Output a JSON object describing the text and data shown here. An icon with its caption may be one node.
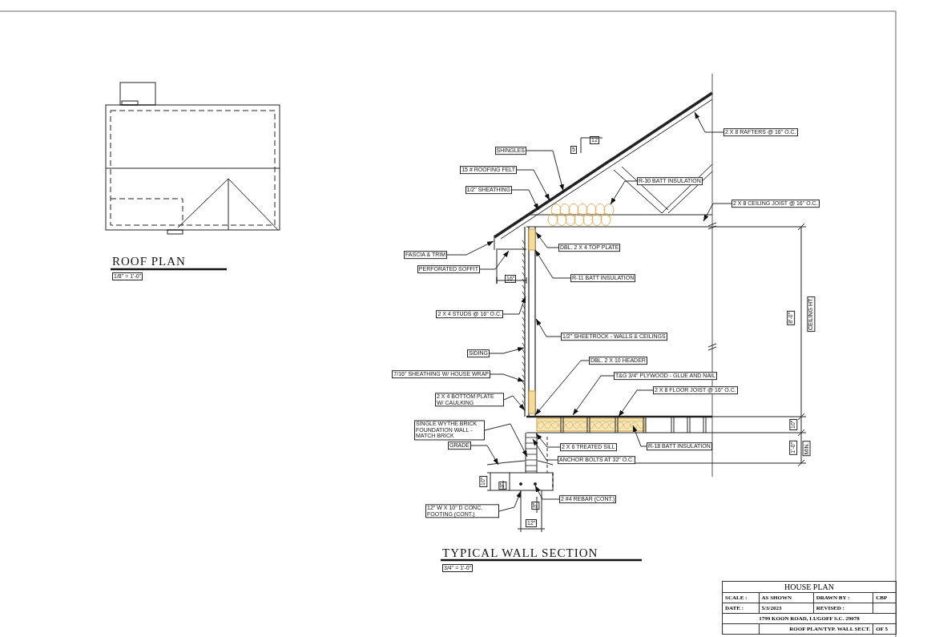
{
  "diagram": {
    "nodes": [
      {
        "text": [
          "2 X 8 RAFTERS @ 16\" O.C."
        ]
      },
      {
        "text": [
          "SHINGLES"
        ]
      },
      {
        "text": [
          "15 # ROOFING FELT"
        ]
      },
      {
        "text": [
          "1/2\" SHEATHING"
        ]
      },
      {
        "text": [
          "R-30 BATT INSULATION"
        ]
      },
      {
        "text": [
          "2 X 8 CEILING JOIST @ 16\" O.C."
        ]
      },
      {
        "text": [
          "FASCIA & TRIM"
        ]
      },
      {
        "text": [
          "PERFORATED SOFFIT"
        ]
      },
      {
        "text": [
          "DBL. 2 X 4 TOP PLATE"
        ]
      },
      {
        "text": [
          "R-11 BATT INSULATION"
        ]
      },
      {
        "text": [
          "2 X 4 STUDS @ 16\" O.C."
        ]
      },
      {
        "text": [
          "1/2\" SHEETROCK - WALLS & CEILINGS"
        ]
      },
      {
        "text": [
          "SIDING"
        ]
      },
      {
        "text": [
          "DBL. 2 X 10 HEADER"
        ]
      },
      {
        "text": [
          "7/16\" SHEATHING W/ HOUSE WRAP"
        ]
      },
      {
        "text": [
          "T&G 3/4\" PLYWOOD - GLUE AND NAIL"
        ]
      },
      {
        "text": [
          "2 X 8 FLOOR JOIST @ 16\" O.C."
        ]
      },
      {
        "text": [
          "2 X 4 BOTTOM PLATE W/ CAULKING"
        ]
      },
      {
        "text": [
          "SINGLE WYTHE BRICK FOUNDATION WALL - MATCH BRICK"
        ]
      },
      {
        "text": [
          "GRADE"
        ]
      },
      {
        "text": [
          "2 X 6 TREATED SILL"
        ]
      },
      {
        "text": [
          "R-18 BATT INSULATION"
        ]
      },
      {
        "text": [
          "ANCHOR BOLTS AT 32\" O.C."
        ]
      },
      {
        "text": [
          "12\" W X 10\" D CONC. FOOTING (CONT.)"
        ]
      },
      {
        "text": [
          "2 #4 REBAR (CONT.)"
        ]
      }
    ],
    "edges": [
      {
        "from": 0,
        "to": null,
        "arrow": "to"
      },
      {
        "from": 1,
        "to": null,
        "arrow": "to"
      },
      {
        "from": 2,
        "to": null,
        "arrow": "to"
      },
      {
        "from": 3,
        "to": null,
        "arrow": "to"
      },
      {
        "from": 4,
        "to": null,
        "arrow": "to"
      },
      {
        "from": 5,
        "to": null,
        "arrow": "to"
      },
      {
        "from": 6,
        "to": null,
        "arrow": "to"
      },
      {
        "from": 7,
        "to": null,
        "arrow": "to"
      },
      {
        "from": 8,
        "to": null,
        "arrow": "to"
      },
      {
        "from": 9,
        "to": null,
        "arrow": "to"
      },
      {
        "from": 10,
        "to": null,
        "arrow": "to"
      },
      {
        "from": 11,
        "to": null,
        "arrow": "to"
      },
      {
        "from": 12,
        "to": null,
        "arrow": "to"
      },
      {
        "from": 13,
        "to": null,
        "arrow": "to"
      },
      {
        "from": 14,
        "to": null,
        "arrow": "to"
      },
      {
        "from": 15,
        "to": null,
        "arrow": "to"
      },
      {
        "from": 16,
        "to": null,
        "arrow": "to"
      },
      {
        "from": 17,
        "to": null,
        "arrow": "to"
      },
      {
        "from": 18,
        "to": null,
        "arrow": "to"
      },
      {
        "from": 19,
        "to": null,
        "arrow": "to"
      },
      {
        "from": 20,
        "to": null,
        "arrow": "to"
      },
      {
        "from": 21,
        "to": null,
        "arrow": "to"
      },
      {
        "from": 22,
        "to": null,
        "arrow": "to"
      },
      {
        "from": 23,
        "to": null,
        "arrow": "to"
      },
      {
        "from": 24,
        "to": null,
        "arrow": "to"
      }
    ],
    "labels": [
      "ROOF PLAN",
      "1/8\" = 1'-0\"",
      "5",
      "12",
      "16\"",
      "8'-0\"",
      "CEILING HT.",
      "10\"",
      "1'-0\"",
      "MIN.",
      "10\"",
      "3\"",
      "3\"",
      "12\"",
      "TYPICAL WALL SECTION",
      "3/4\" = 1'-0\"",
      "HOUSE PLAN",
      "SCALE :",
      "AS SHOWN",
      "DRAWN BY :",
      "CBP",
      "DATE :",
      "5/3/2023",
      "REVISED :",
      "1799 KOON ROAD, LUGOFF S.C. 29078",
      "ROOF PLAN/TYP. WALL SECT.",
      "OF 5"
    ]
  }
}
